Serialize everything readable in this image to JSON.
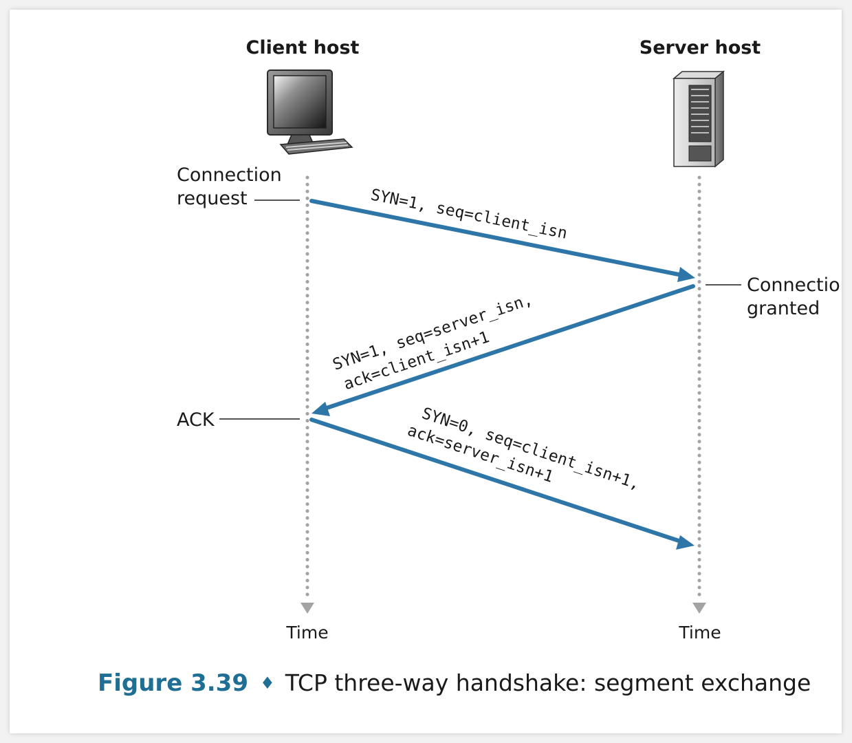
{
  "hosts": {
    "client": {
      "title": "Client host",
      "time_label": "Time"
    },
    "server": {
      "title": "Server host",
      "time_label": "Time"
    }
  },
  "events": {
    "connection_request": [
      "Connection",
      "request"
    ],
    "connection_granted": [
      "Connection",
      "granted"
    ],
    "ack": "ACK"
  },
  "messages": {
    "syn": [
      "SYN=1, seq=client_isn"
    ],
    "synack": [
      "SYN=1, seq=server_isn,",
      "ack=client_isn+1"
    ],
    "ack": [
      "SYN=0, seq=client_isn+1,",
      "ack=server_isn+1"
    ]
  },
  "caption": {
    "figure": "Figure 3.39",
    "bullet": "♦",
    "text": "TCP three-way handshake: segment exchange"
  },
  "colors": {
    "arrow": "#2e75a8",
    "timeline": "#a3a3a3",
    "caption_accent": "#1f6e93"
  }
}
